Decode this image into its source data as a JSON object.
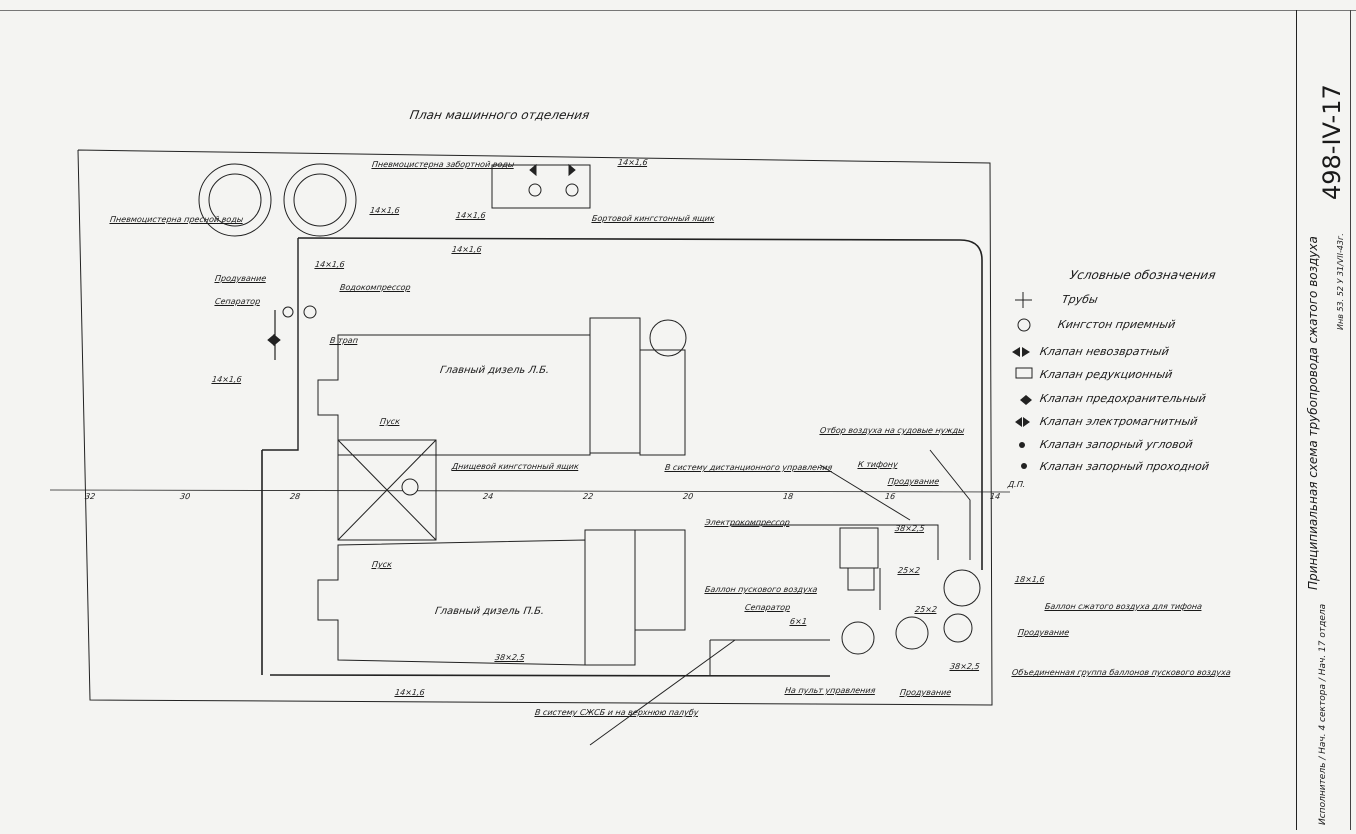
{
  "title": "План машинного отделения",
  "labels": {
    "tank_left": "Пневмоцистерна пресной воды",
    "tank_right": "Пневмоцистерна забортной воды",
    "board_box": "Бортовой кингстонный ящик",
    "blowdown_1": "Продувание",
    "separator_1": "Сепаратор",
    "water_compressor": "Водокомпрессор",
    "to_trap": "В трап",
    "main_diesel_left": "Главный дизель Л.Б.",
    "main_diesel_right": "Главный дизель П.Б.",
    "start_1": "Пуск",
    "start_2": "Пуск",
    "bottom_box": "Днищевой кингстонный ящик",
    "remote_control": "В систему дистанционного управления",
    "air_intake": "Отбор воздуха на судовые нужды",
    "to_typhon": "К тифону",
    "blowdown_2": "Продувание",
    "dp": "Д.П.",
    "el_compressor": "Электрокомпрессор",
    "start_air_cyl": "Баллон пускового воздуха",
    "separator_2": "Сепаратор",
    "typhon_cyl": "Баллон сжатого воздуха для тифона",
    "blowdown_3": "Продувание",
    "combined_group": "Объединенная группа баллонов пускового воздуха",
    "to_remote_panel": "На пульт управления",
    "blowdown_4": "Продувание",
    "to_sfs": "В систему СЖСБ и на верхнюю палубу"
  },
  "pipe_sizes": [
    "14×1,6",
    "14×1,6",
    "14×1,6",
    "14×1,6",
    "14×1,6",
    "14×1,6",
    "14×1,6",
    "38×2,5",
    "38×2,5",
    "25×2",
    "18×1,6",
    "6×1",
    "25×2",
    "38×2,5"
  ],
  "frames": [
    "32",
    "30",
    "28",
    "24",
    "22",
    "20",
    "18",
    "16",
    "14"
  ],
  "legend": {
    "title": "Условные обозначения",
    "items": [
      {
        "symbol": "pipe",
        "label": "Трубы"
      },
      {
        "symbol": "kingston",
        "label": "Кингстон приемный"
      },
      {
        "symbol": "check-valve",
        "label": "Клапан невозвратный"
      },
      {
        "symbol": "reducing-valve",
        "label": "Клапан редукционный"
      },
      {
        "symbol": "safety-valve",
        "label": "Клапан предохранительный"
      },
      {
        "symbol": "solenoid-valve",
        "label": "Клапан электромагнитный"
      },
      {
        "symbol": "angle-valve",
        "label": "Клапан запорный угловой"
      },
      {
        "symbol": "straight-valve",
        "label": "Клапан запорный проходной"
      }
    ]
  },
  "stamp": {
    "drawing_number": "498-IV-17",
    "description": "Принципиальная схема трубопровода сжатого воздуха",
    "inv_number": "Инв 53. 52 У 31/VII-43г.",
    "executors": "Исполнитель / Нач. 4 сектора / Нач. 17 отдела"
  }
}
